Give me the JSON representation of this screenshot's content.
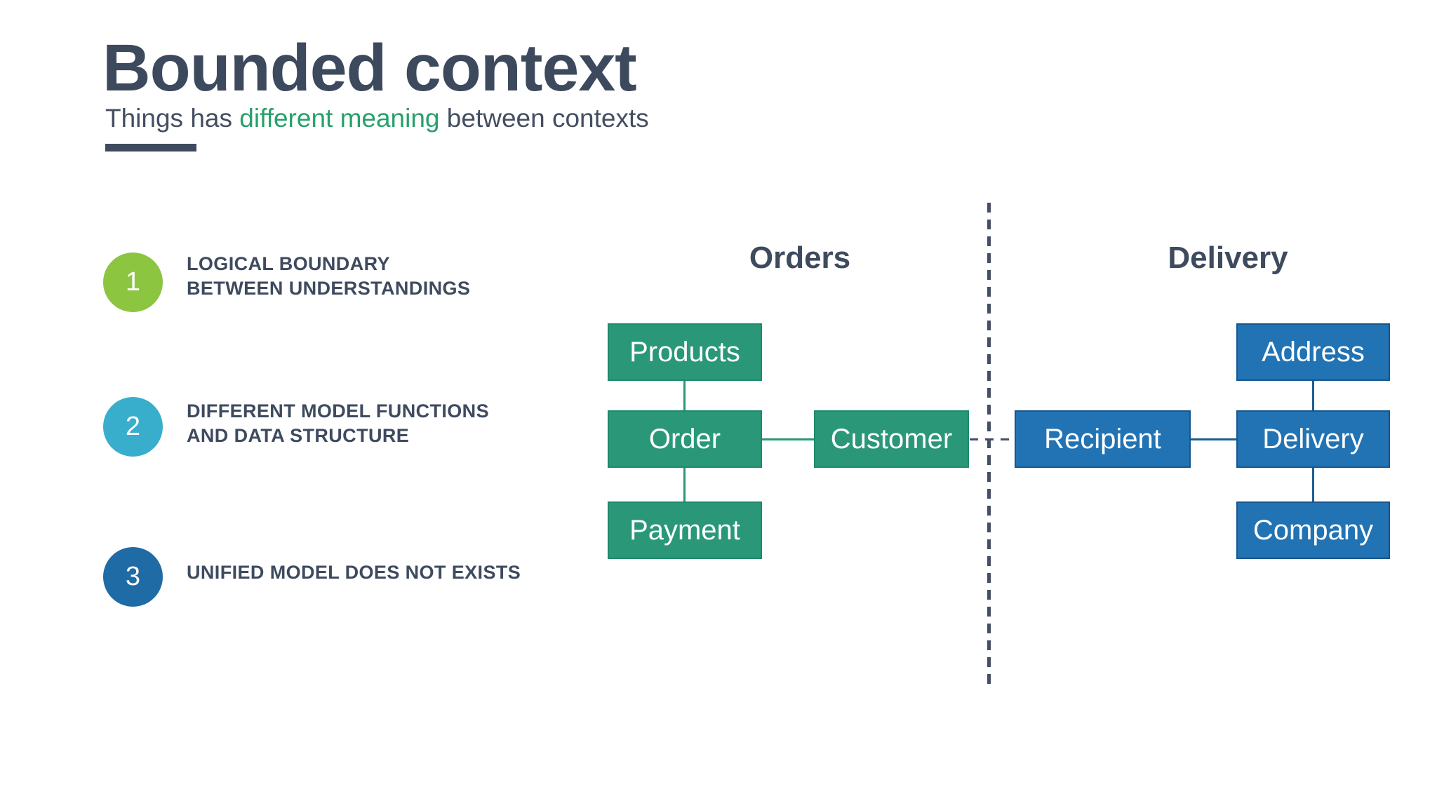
{
  "slide": {
    "title": "Bounded context",
    "subtitle": {
      "prefix": "Things has ",
      "highlight": "different meaning",
      "suffix": " between contexts"
    }
  },
  "items": [
    {
      "number": "1",
      "line1": "LOGICAL BOUNDARY",
      "line2": "BETWEEN UNDERSTANDINGS",
      "circle_color": "#8CC540"
    },
    {
      "number": "2",
      "line1": "DIFFERENT MODEL FUNCTIONS",
      "line2": "AND DATA STRUCTURE",
      "circle_color": "#38AECC"
    },
    {
      "number": "3",
      "line1": "UNIFIED MODEL DOES NOT EXISTS",
      "line2": "",
      "circle_color": "#1F6BA6"
    }
  ],
  "diagram": {
    "orders": {
      "title": "Orders",
      "boxes": [
        "Products",
        "Order",
        "Payment",
        "Customer"
      ]
    },
    "delivery": {
      "title": "Delivery",
      "boxes": [
        "Address",
        "Recipient",
        "Delivery",
        "Company"
      ]
    }
  },
  "colors": {
    "text_dark": "#3E4A5E",
    "subtitle_highlight": "#27A06B",
    "orders_box_fill": "#2A9878",
    "orders_box_border": "#1F8A6B",
    "delivery_box_fill": "#2173B4",
    "delivery_box_border": "#17568C",
    "boundary_dash": "#454E62"
  }
}
